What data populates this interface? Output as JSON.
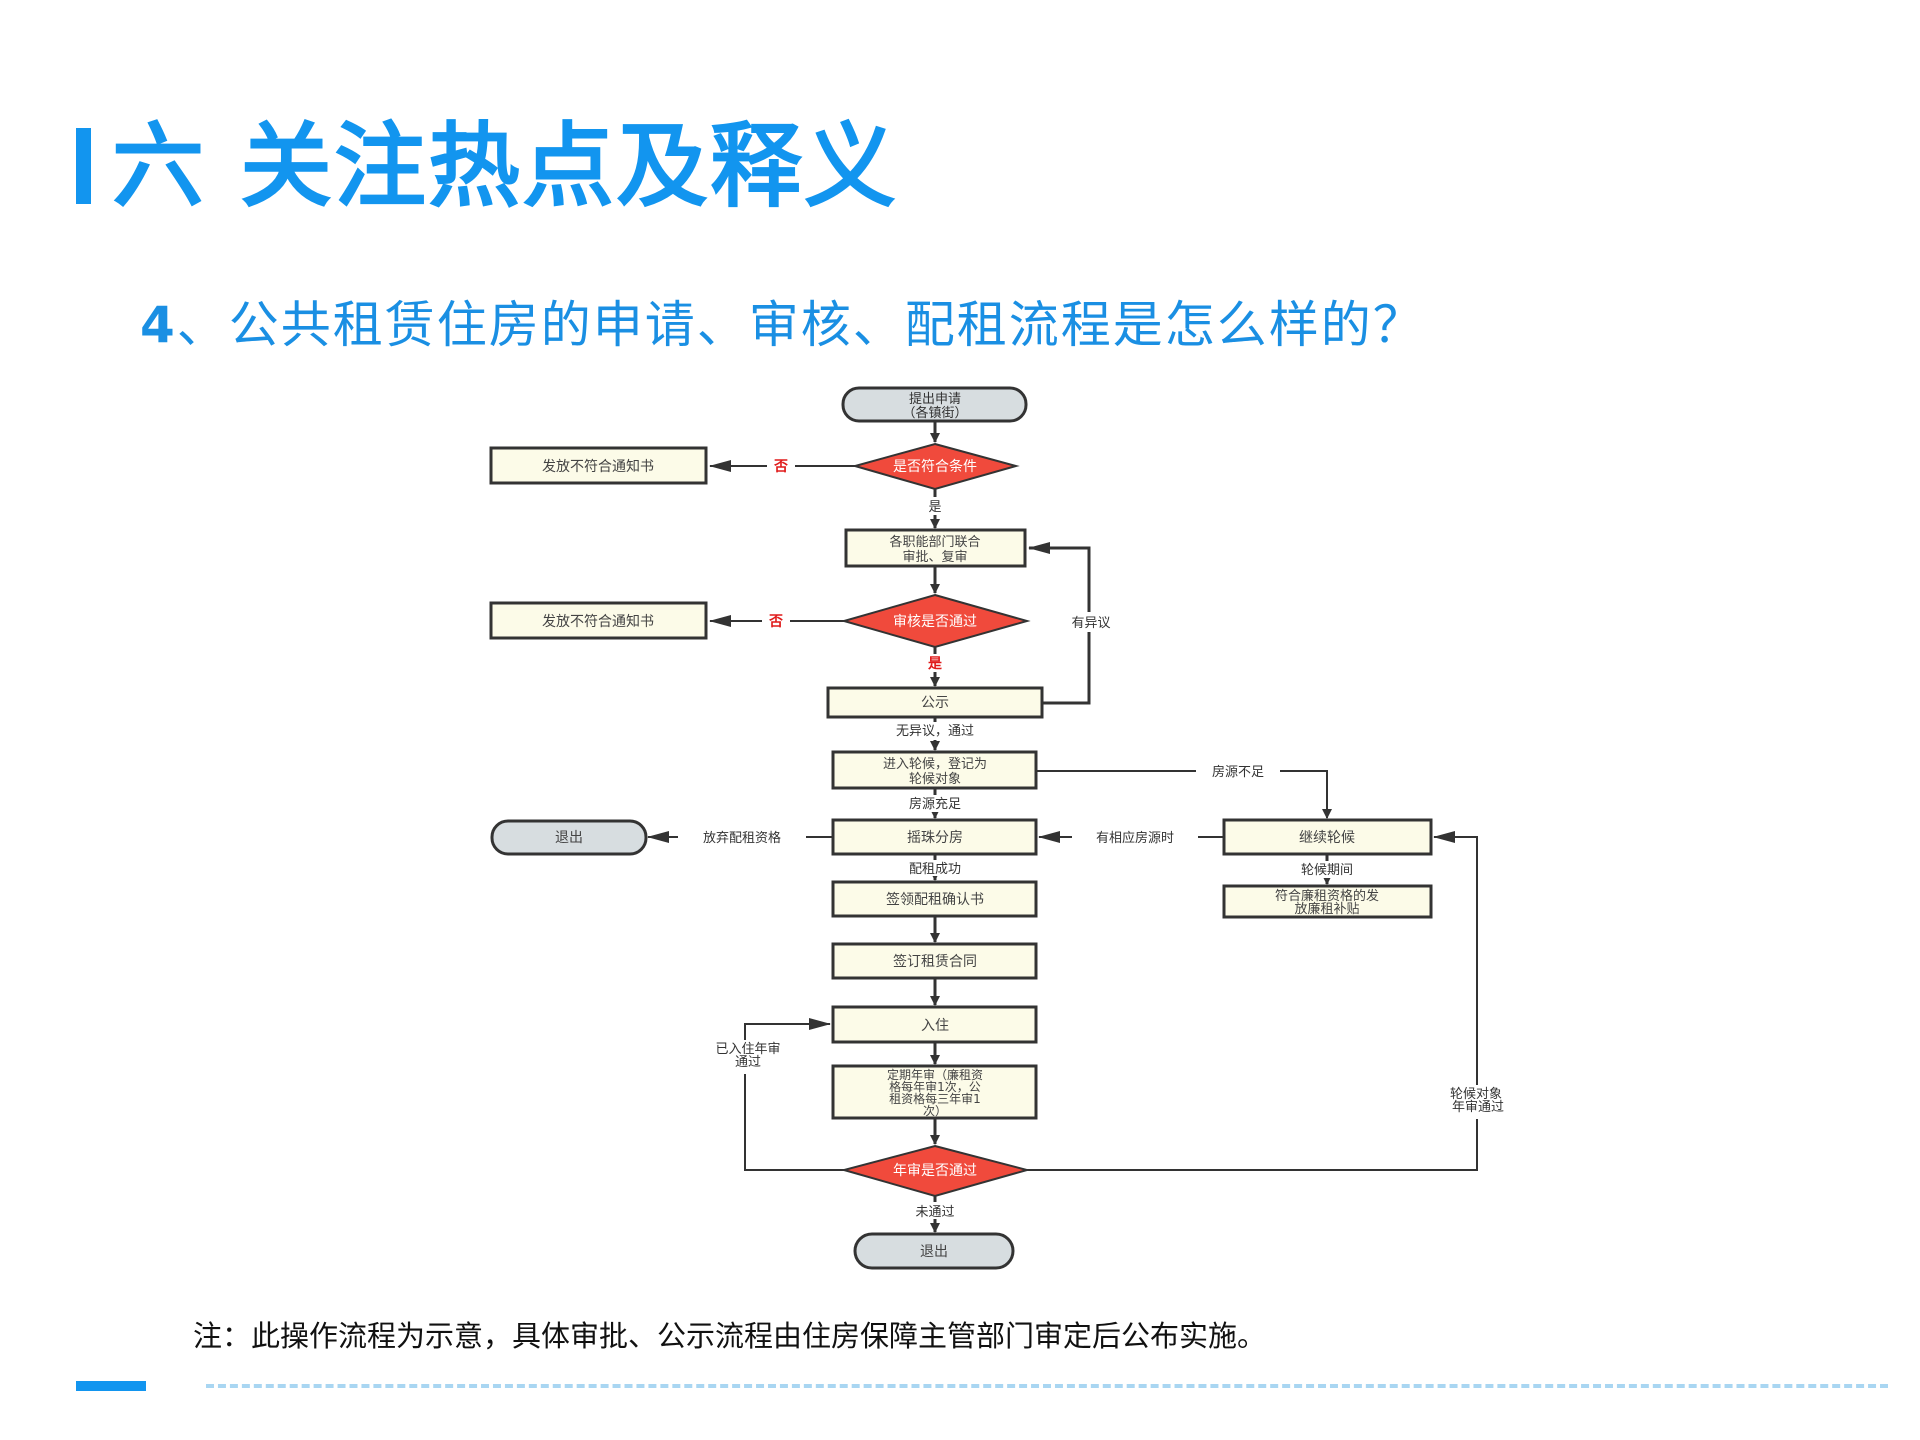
{
  "header": {
    "title": "六 关注热点及释义",
    "question_number": "4",
    "question_text": "、公共租赁住房的申请、审核、配租流程是怎么样的？"
  },
  "colors": {
    "accent": "#1295ef",
    "decision_fill": "#f04a3c",
    "process_fill": "#fcfbe8",
    "terminal_fill": "#d7dde0",
    "edge_red_label": "#e01b1b",
    "stroke": "#333333"
  },
  "flowchart": {
    "nodes": {
      "start": [
        "提出申请",
        "（各镇街）"
      ],
      "cond_check": "是否符合条件",
      "reject_1": "发放不符合通知书",
      "joint_review": [
        "各职能部门联合",
        "审批、复审"
      ],
      "review_pass": "审核是否通过",
      "reject_2": "发放不符合通知书",
      "publicity": "公示",
      "queue": [
        "进入轮候，登记为",
        "轮候对象"
      ],
      "lottery": "摇珠分房",
      "exit_1": "退出",
      "continue_queue": "继续轮候",
      "subsidy": [
        "符合廉租资格的发",
        "放廉租补贴"
      ],
      "sign_confirm": "签领配租确认书",
      "sign_contract": "签订租赁合同",
      "move_in": "入住",
      "annual_review": [
        "定期年审（廉租资",
        "格每年审1次，公",
        "租资格每三年审1",
        "次）"
      ],
      "annual_pass": "年审是否通过",
      "exit_2": "退出"
    },
    "edges": {
      "no_1": "否",
      "yes_1": "是",
      "no_2": "否",
      "yes_2": "是",
      "objection": "有异议",
      "no_objection": "无异议，通过",
      "insufficient": "房源不足",
      "sufficient": "房源充足",
      "give_up": "放弃配租资格",
      "has_housing": "有相应房源时",
      "queue_period": "轮候期间",
      "success": "配租成功",
      "resident_pass": [
        "已入住年审",
        "通过"
      ],
      "queue_pass": [
        "轮候对象",
        "年审通过"
      ],
      "fail": "未通过"
    }
  },
  "footer": {
    "note": "注：此操作流程为示意，具体审批、公示流程由住房保障主管部门审定后公布实施。"
  }
}
